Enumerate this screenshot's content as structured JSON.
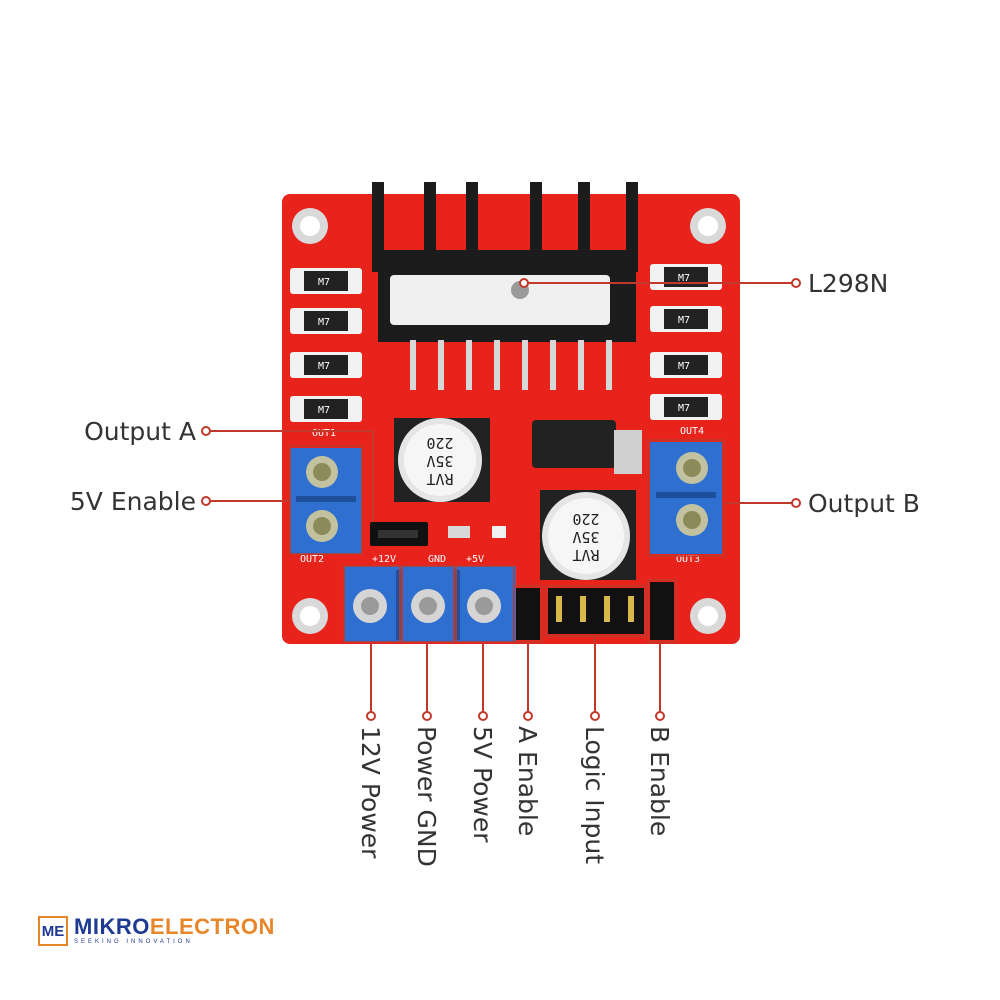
{
  "labels": {
    "l298n": "L298N",
    "output_a": "Output A",
    "enable_5v": "5V Enable",
    "output_b": "Output B",
    "power_12v": "12V Power",
    "power_gnd": "Power GND",
    "power_5v": "5V Power",
    "a_enable": "A Enable",
    "logic_input": "Logic Input",
    "b_enable": "B Enable"
  },
  "silkscreen": {
    "out1": "OUT1",
    "out2": "OUT2",
    "out3": "OUT3",
    "out4": "OUT4",
    "v12": "+12V",
    "gnd": "GND",
    "v5": "+5V",
    "diode": "M7",
    "cap_value": "220",
    "cap_voltage": "35V",
    "cap_brand": "RVT"
  },
  "brand": {
    "logo": "ME",
    "name_part1": "MIKRO",
    "name_part2": "ELECTRON",
    "tagline": "SEEKING INNOVATION"
  },
  "colors": {
    "pcb": "#e8231c",
    "terminal": "#2f6fd0",
    "leader": "#c0392b",
    "heatsink": "#1c1c1c"
  }
}
